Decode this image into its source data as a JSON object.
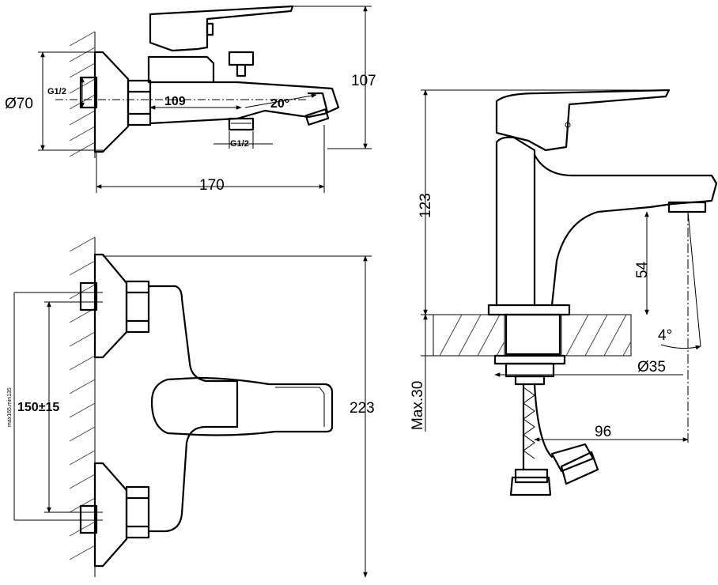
{
  "bath_mixer": {
    "side_view": {
      "dim_height": "107",
      "dim_flange_dia": "Ø70",
      "dim_thread_inlet": "G1/2",
      "dim_spout_reach": "109",
      "dim_spout_angle": "20°",
      "dim_thread_outlet": "G1/2",
      "dim_width": "170"
    },
    "front_view": {
      "dim_centres": "150±15",
      "dim_range_note": "max165,min135",
      "dim_height": "223"
    }
  },
  "basin_mixer": {
    "dim_total_height": "123",
    "dim_spout_height": "54",
    "dim_spray_angle": "4°",
    "dim_hole_dia": "Ø35",
    "dim_max_thickness": "Max.30",
    "dim_spout_reach": "96"
  }
}
